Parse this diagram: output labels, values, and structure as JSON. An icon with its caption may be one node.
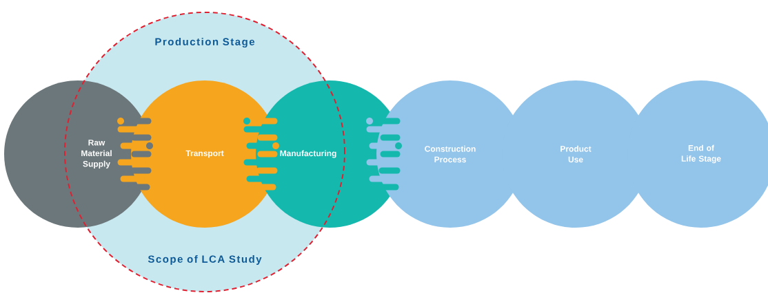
{
  "diagram": {
    "nodes": [
      {
        "text": [
          "Production Stage",
          "Scope of LCA Study"
        ]
      },
      {
        "text": [
          "Raw Material Supply"
        ]
      },
      {
        "text": [
          "Transport"
        ],
        "in": 0
      },
      {
        "text": [
          "Manufacturing"
        ]
      },
      {
        "text": [
          "Construction Process"
        ]
      },
      {
        "text": [
          "Product Use"
        ]
      },
      {
        "text": [
          "End of Life Stage"
        ]
      }
    ]
  }
}
